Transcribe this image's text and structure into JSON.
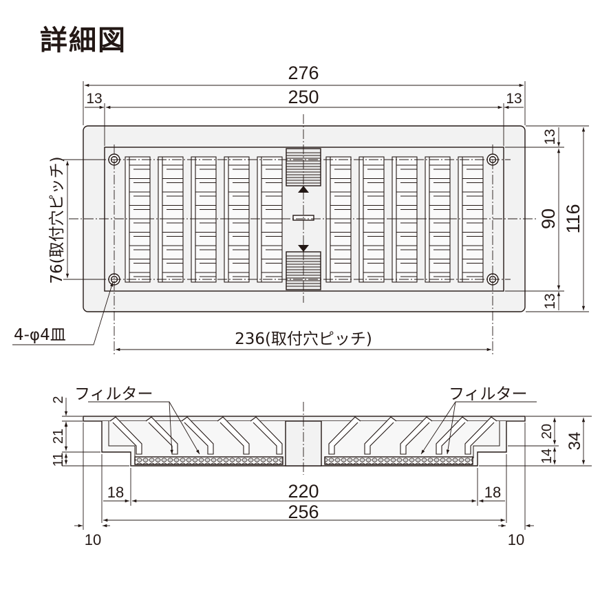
{
  "title": "詳細図",
  "top_view": {
    "overall_width": "276",
    "inner_width": "250",
    "left_margin": "13",
    "right_margin": "13",
    "top_margin": "13",
    "bottom_margin": "13",
    "inner_height": "90",
    "overall_height": "116",
    "mount_pitch_vertical": "76(取付穴ピッチ)",
    "mount_pitch_horizontal": "236(取付穴ピッチ)",
    "hole_spec": "4-φ4皿"
  },
  "side_view": {
    "filter_label_left": "フィルター",
    "filter_label_right": "フィルター",
    "left_dim_top": "2",
    "left_dim_middle": "21",
    "left_dim_bottom": "11",
    "right_dim_upper": "20",
    "right_dim_lower": "14",
    "right_dim_total": "34",
    "inner_span": "220",
    "left_step": "18",
    "right_step": "18",
    "base_span": "256",
    "left_edge": "10",
    "right_edge": "10"
  },
  "colors": {
    "line": "#231815",
    "panel_fill": "#f2f2f2",
    "filter_fill": "#d9d9d9"
  }
}
